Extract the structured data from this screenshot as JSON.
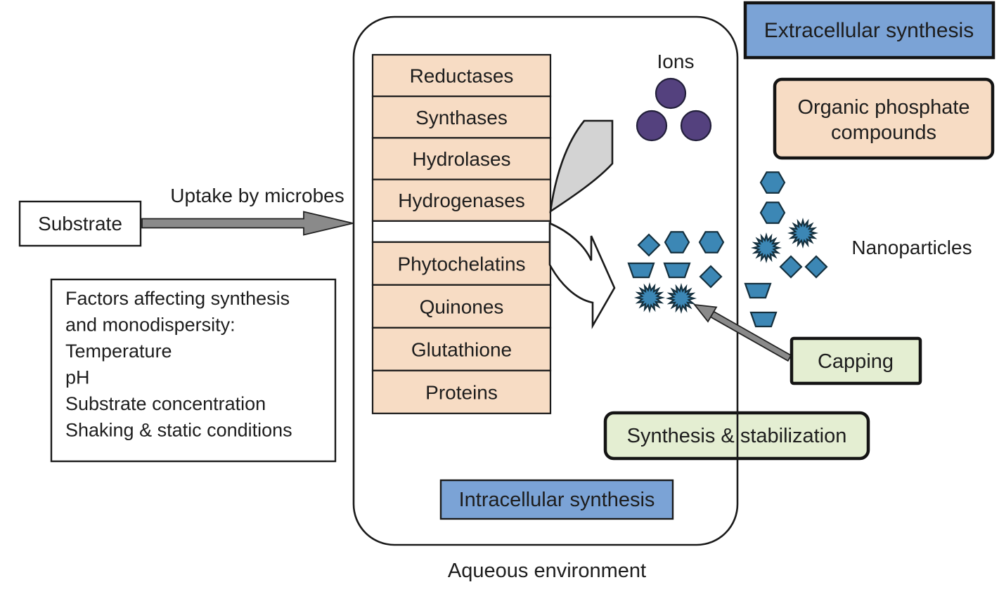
{
  "diagram": {
    "cell": {
      "label": "Aqueous environment"
    },
    "substrate": {
      "label": "Substrate"
    },
    "uptake": {
      "label": "Uptake by microbes"
    },
    "factors_box": {
      "lines": [
        "Factors affecting synthesis",
        "and monodispersity:",
        "Temperature",
        "pH",
        "Substrate concentration",
        "Shaking & static conditions"
      ]
    },
    "enzyme_table": {
      "rows_top": [
        "Reductases",
        "Synthases",
        "Hydrolases",
        "Hydrogenases"
      ],
      "rows_bottom": [
        "Phytochelatins",
        "Quinones",
        "Glutathione",
        "Proteins"
      ]
    },
    "ions": {
      "label": "Ions"
    },
    "nanoparticles": {
      "label": "Nanoparticles"
    },
    "extracellular_box": {
      "label": "Extracellular synthesis"
    },
    "organic_phosphate_box": {
      "line1": "Organic phosphate",
      "line2": "compounds"
    },
    "capping_box": {
      "label": "Capping"
    },
    "synthesis_box": {
      "label": "Synthesis & stabilization"
    },
    "intracellular_box": {
      "label": "Intracellular synthesis"
    },
    "colors": {
      "peach": "#f7dcc4",
      "blue_box": "#7ba3d6",
      "green_box": "#e4eed2",
      "nanoparticle_blue": "#3c87b5",
      "ion_purple": "#54417e",
      "arrow_gray": "#8a8a8a",
      "crescent_gray": "#d3d3d3",
      "outline": "#1a1a1a",
      "background": "#ffffff"
    }
  }
}
